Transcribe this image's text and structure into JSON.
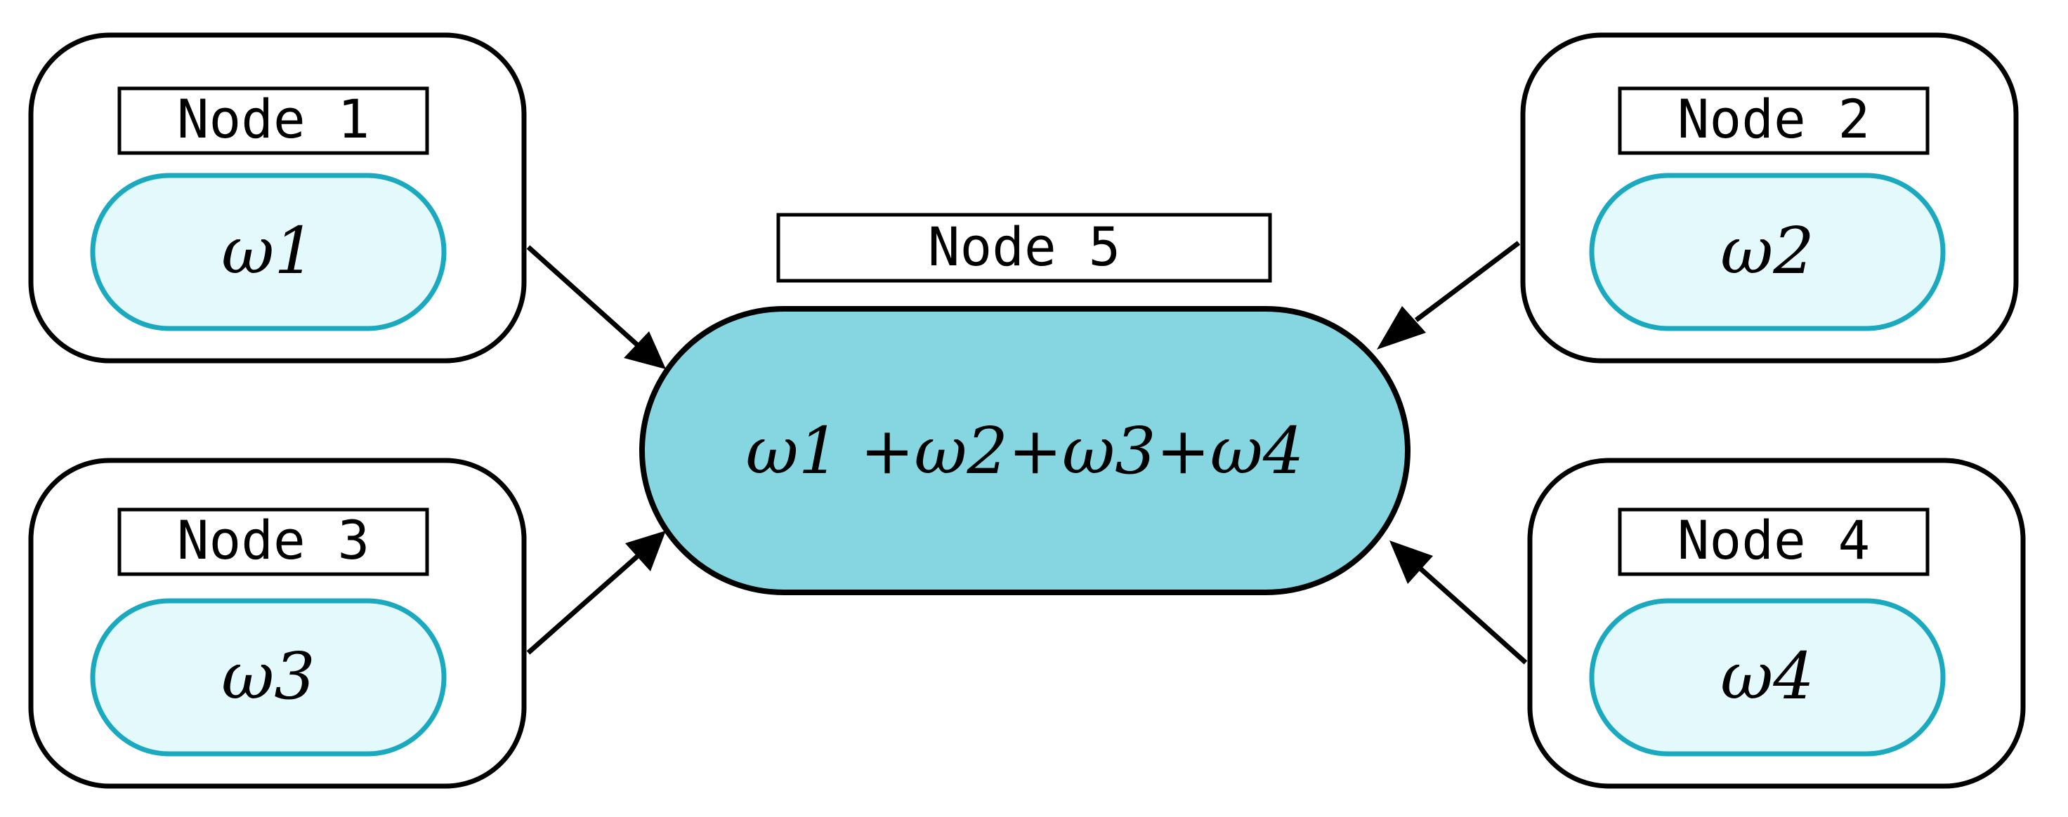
{
  "nodes": {
    "node1": {
      "label": "Node 1",
      "value": "ω1"
    },
    "node2": {
      "label": "Node 2",
      "value": "ω2"
    },
    "node3": {
      "label": "Node 3",
      "value": "ω3"
    },
    "node4": {
      "label": "Node 4",
      "value": "ω4"
    },
    "node5": {
      "label": "Node 5",
      "value": "ω1 +ω2+ω3+ω4"
    }
  },
  "colors": {
    "outline": "#000000",
    "inner_fill": "#e3f9fc",
    "inner_stroke": "#1ba9c0",
    "center_fill": "#86d6e2"
  },
  "edges": [
    {
      "from": "node1",
      "to": "node5"
    },
    {
      "from": "node2",
      "to": "node5"
    },
    {
      "from": "node3",
      "to": "node5"
    },
    {
      "from": "node4",
      "to": "node5"
    }
  ]
}
